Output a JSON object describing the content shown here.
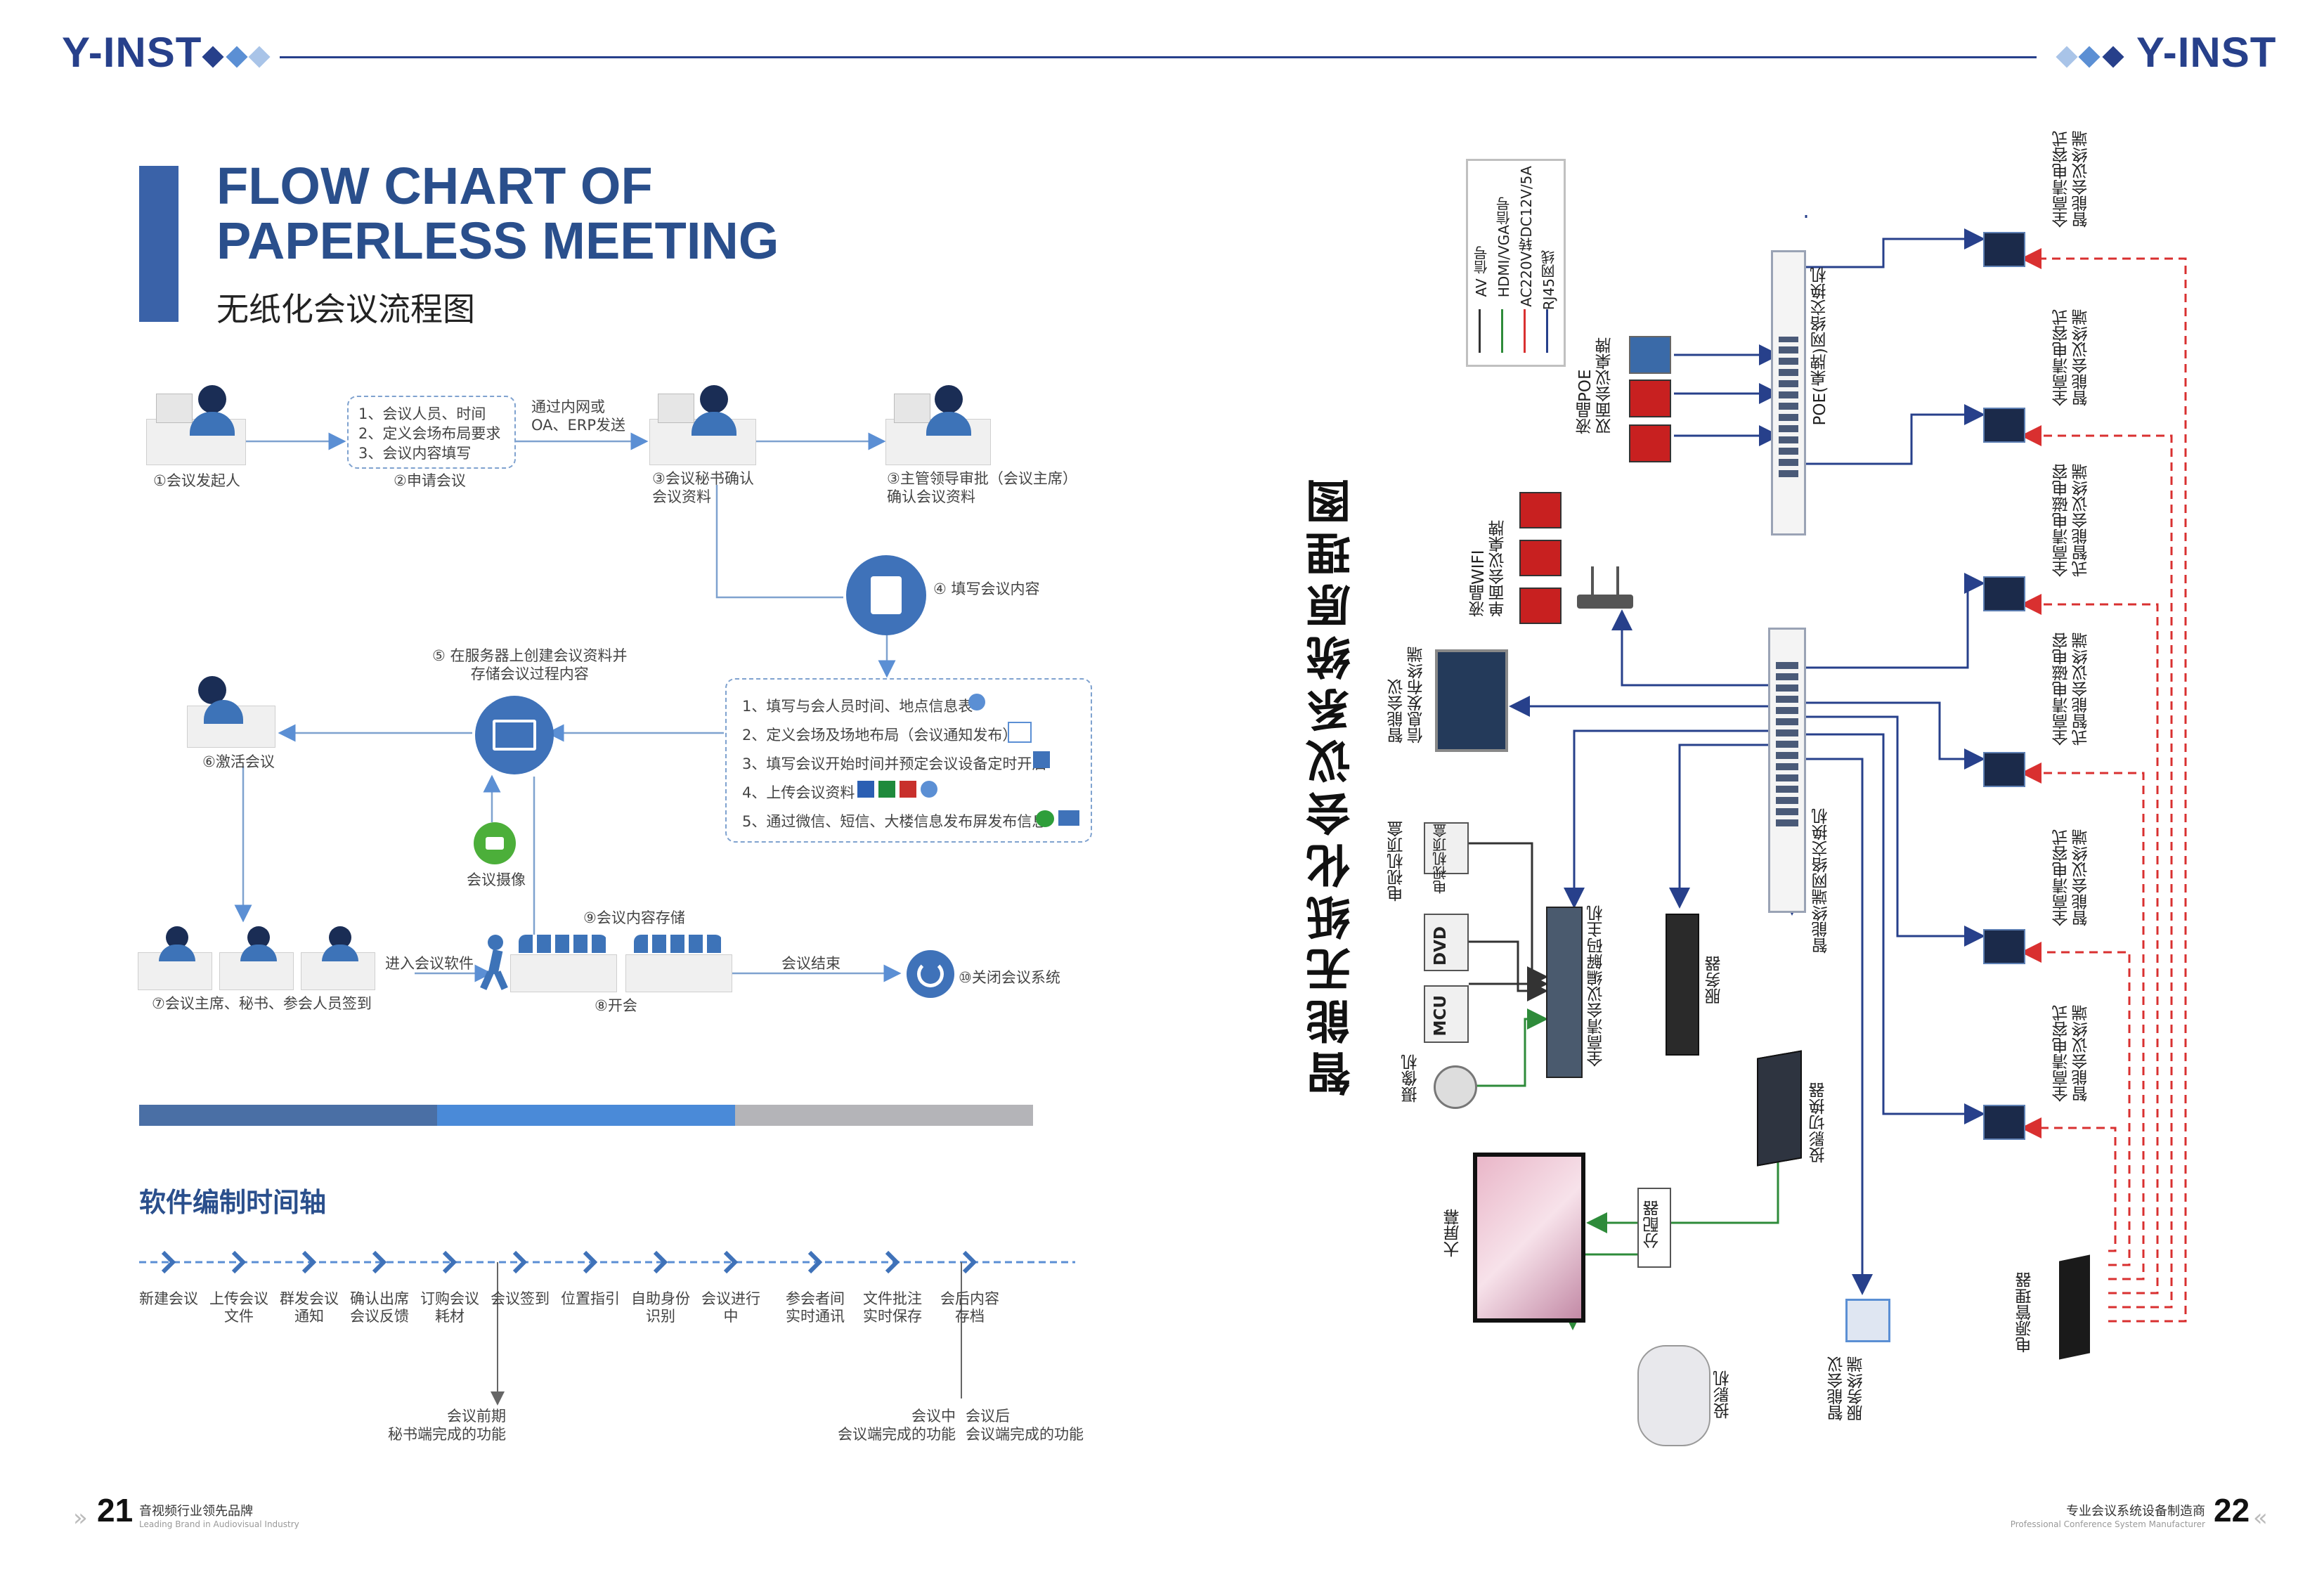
{
  "brand": {
    "logo_left": "Y-INST",
    "logo_right": "Y-INST"
  },
  "left": {
    "title_en_1": "FLOW CHART OF",
    "title_en_2": "PAPERLESS MEETING",
    "title_cn": "无纸化会议流程图",
    "flow": {
      "s1": "①会议发起人",
      "s2_box": [
        "1、会议人员、时间",
        "2、定义会场布局要求",
        "3、会议内容填写"
      ],
      "s2": "②申请会议",
      "arrow_note": [
        "通过内网或",
        "OA、ERP发送"
      ],
      "s3": [
        "③会议秘书确认",
        "会议资料"
      ],
      "s3b": [
        "③主管领导审批（会议主席）",
        "确认会议资料"
      ],
      "s4": "④ 填写会议内容",
      "s5": [
        "⑤ 在服务器上创建会议资料并",
        "存储会议过程内容"
      ],
      "s6": "⑥激活会议",
      "content_box": [
        "1、填写与会人员时间、地点信息表",
        "2、定义会场及场地布局（会议通知发布）",
        "3、填写会议开始时间并预定会议设备定时开启",
        "4、上传会议资料",
        "5、通过微信、短信、大楼信息发布屏发布信息"
      ],
      "camera": "会议摄像",
      "s9": "⑨会议内容存储",
      "enter": "进入会议软件",
      "end": "会议结束",
      "s10": "⑩关闭会议系统",
      "s7": "⑦会议主席、秘书、参会人员签到",
      "s8": "⑧开会"
    },
    "bar_colors": [
      "#4a6fa5",
      "#4a8ad8",
      "#b4b4b8"
    ],
    "timeline_title": "软件编制时间轴",
    "timeline": [
      "新建会议",
      "上传会议文件",
      "群发会议通知",
      "确认出席会议反馈",
      "订购会议耗材",
      "会议签到",
      "位置指引",
      "自助身份识别",
      "会议进行中",
      "参会者间实时通讯",
      "文件批注实时保存",
      "会后内容存档"
    ],
    "timeline_notes": {
      "pre": [
        "会议前期",
        "秘书端完成的功能"
      ],
      "mid": [
        "会议中",
        "会议端完成的功能"
      ],
      "post": [
        "会议后",
        "会议端完成的功能"
      ]
    }
  },
  "right": {
    "title": "智能无纸化会议系统原理图",
    "legend": [
      "AV 信号",
      "HDMI/VGA信号",
      "AC220V转DC12V/5A",
      "RJ45网线"
    ],
    "legend_colors": [
      "#333333",
      "#2e8b3a",
      "#d93030",
      "#27408b"
    ],
    "labels": {
      "poe_switch": "POE(桌牌)网络交换机",
      "poe_plate": [
        "液晶POE",
        "双面会议桌牌"
      ],
      "wifi_plate": [
        "液晶WIFI",
        "单面会议桌牌"
      ],
      "info_terminal": [
        "智能会议",
        "信息发布终端"
      ],
      "tv": "电视机顶盒",
      "dvd": "DVD",
      "mcu": "MCU",
      "cam": "摄像机",
      "codec": "全高清会议编解码主机",
      "server": "服务器",
      "term_switch": "智能终端网络交换机",
      "proj_switch": "投影切换器",
      "bigscreen": "大屏幕",
      "splitter": "分配器",
      "projector": "投影机",
      "service_terminal": [
        "智能会议",
        "服务终端"
      ],
      "power": "电源管理器",
      "terms": [
        [
          "全高清电容式",
          "智能会议终端"
        ],
        [
          "全高清电容式",
          "智能会议终端"
        ],
        [
          "全高清电磁电容",
          "式智能会议终端"
        ],
        [
          "全高清电磁电容",
          "式智能会议终端"
        ],
        [
          "全高清电容式",
          "智能会议终端"
        ],
        [
          "全高清电容式",
          "智能会议终端"
        ]
      ]
    }
  },
  "footer": {
    "left_num": "21",
    "left_cn": "音视频行业领先品牌",
    "left_en": "Leading Brand in Audiovisual Industry",
    "right_num": "22",
    "right_cn": "专业会议系统设备制造商",
    "right_en": "Professional Conference System Manufacturer"
  }
}
